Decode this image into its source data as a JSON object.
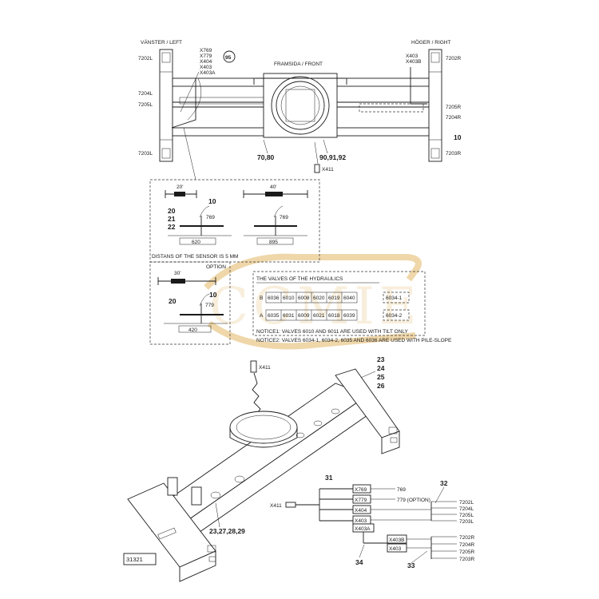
{
  "top_view": {
    "left_label": "VÄNSTER / LEFT",
    "right_label": "HÖGER / RIGHT",
    "front_label": "FRAMSIDA / FRONT",
    "circle_ref": "95",
    "left_connectors": [
      "X769",
      "X779",
      "X404",
      "X403",
      "X403A"
    ],
    "right_connectors": [
      "X403",
      "X403B"
    ],
    "left_refs": [
      "7202L",
      "7204L",
      "7205L",
      "7203L"
    ],
    "right_refs": [
      "7202R",
      "7205R",
      "7204R",
      "7203R"
    ],
    "ref_10": "10",
    "ref_70_80": "70,80",
    "ref_90_92": "90,91,92",
    "x411": "X411"
  },
  "sensor_detail": {
    "dim_20": "20'",
    "dim_40": "40'",
    "ref_10": "10",
    "refs": [
      "20",
      "21",
      "22"
    ],
    "label_769": "769",
    "dim_left": "620",
    "dim_right": "895",
    "note": "DISTANS OF THE SENSOR IS 5 MM"
  },
  "option_detail": {
    "title": "OPTION",
    "dim_30": "30'",
    "ref_10": "10",
    "ref_20": "20",
    "label_779": "779",
    "dim": "420"
  },
  "valves": {
    "title": "THE VALVES OF THE HYDRAULICS",
    "rows": [
      {
        "row": "B",
        "cells": [
          "6036",
          "6010",
          "6008",
          "6020",
          "6019",
          "6040"
        ],
        "extra": "6034-1"
      },
      {
        "row": "A",
        "cells": [
          "6035",
          "6031",
          "6009",
          "6021",
          "6018",
          "6039"
        ],
        "extra": "6034-2"
      }
    ],
    "notice1": "NOTICE1: VALVES 6010 AND 6011 ARE USED WITH TILT ONLY",
    "notice2": "NOTICE2: VALVES 6034-1, 6034-2, 6035 AND 6036 ARE USED WITH PILE-SLOPE"
  },
  "iso_view": {
    "x411": "X411",
    "refs_top": [
      "23",
      "24",
      "25",
      "26"
    ],
    "refs_bottom": "23,27,28,29"
  },
  "wiring": {
    "ref_31": "31",
    "ref_32": "32",
    "ref_33": "33",
    "ref_34": "34",
    "x411": "X411",
    "connectors": [
      "X769",
      "X779",
      "X404",
      "X403",
      "X403A"
    ],
    "outputs": [
      "769",
      "779 (OPTION)"
    ],
    "group_32": [
      "7202L",
      "7204L",
      "7205L",
      "7203L"
    ],
    "right_connectors": [
      "X403B",
      "X403"
    ],
    "group_33": [
      "7202R",
      "7204R",
      "7205R",
      "7203R"
    ]
  },
  "figure_number": "31321",
  "watermark": "CCMIE"
}
